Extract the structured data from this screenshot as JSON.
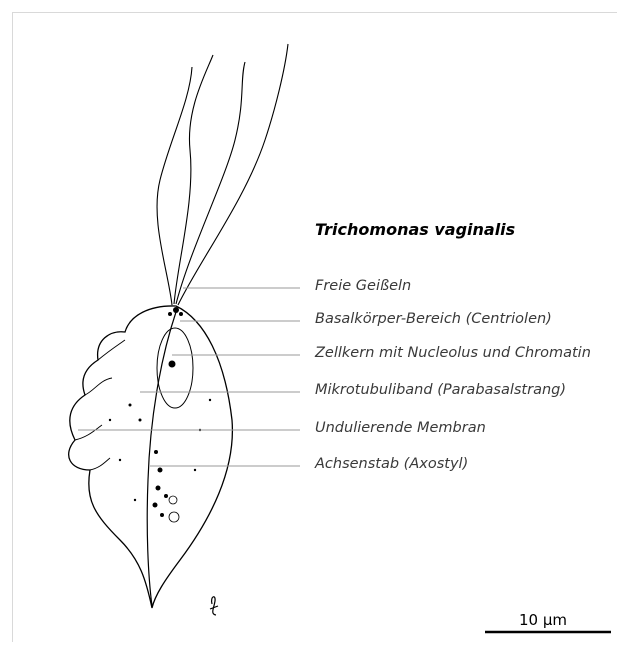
{
  "title": "Trichomonas vaginalis",
  "labels": [
    "Freie Geißeln",
    "Basalkörper-Bereich (Centriolen)",
    "Zellkern mit Nucleolus und Chromatin",
    "Mikrotubuliband (Parabasalstrang)",
    "Undulierende Membran",
    "Achsenstab (Axostyl)"
  ],
  "scale_bar": {
    "label": "10 µm"
  },
  "colors": {
    "ink": "#000000",
    "leader": "#9a9a9a",
    "label": "#3a3a3a"
  },
  "icons": [
    "artist-signature-icon"
  ]
}
